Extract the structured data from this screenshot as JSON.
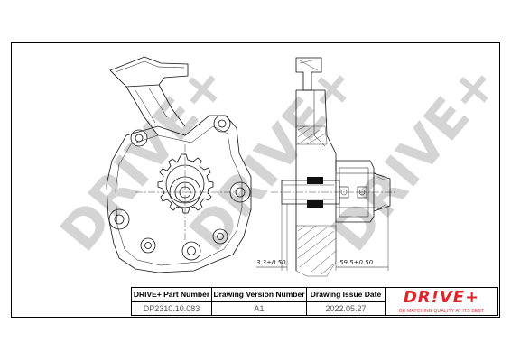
{
  "title_block": {
    "part_number_header": "DRIVE+ Part Number",
    "part_number": "DP2310.10.083",
    "drawing_version_header": "Drawing Version Number",
    "drawing_version": "A1",
    "issue_date_header": "Drawing Issue Date",
    "issue_date": "2022.05.27"
  },
  "logo": {
    "brand": "DR!VE+",
    "tagline": "OE MATCHING QUALITY AT ITS BEST",
    "color": "#e2232a"
  },
  "watermark": {
    "text": "DRIVE+",
    "color": "#cfcfcf"
  },
  "dimensions": {
    "left_dim": "3.3±0.50",
    "right_dim": "59.5±0.50"
  }
}
